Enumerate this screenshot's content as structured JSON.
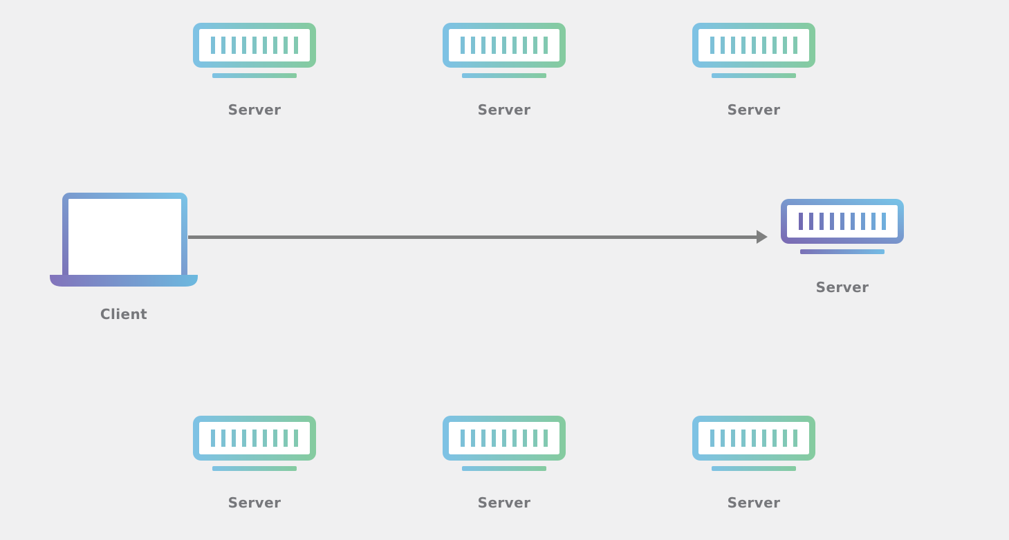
{
  "diagram": {
    "background_color": "#f0f0f1",
    "label_color": "#76777b",
    "arrow_color": "#7f8080",
    "server_gradient": [
      "#7ec2e4",
      "#85cba0"
    ],
    "active_server_gradient": [
      "#7a6cb4",
      "#77c1e6"
    ],
    "client_gradient": [
      "#7b72b7",
      "#7ac2e6"
    ],
    "nodes": {
      "top_servers": [
        {
          "label": "Server",
          "icon": "server-icon"
        },
        {
          "label": "Server",
          "icon": "server-icon"
        },
        {
          "label": "Server",
          "icon": "server-icon"
        }
      ],
      "bottom_servers": [
        {
          "label": "Server",
          "icon": "server-icon"
        },
        {
          "label": "Server",
          "icon": "server-icon"
        },
        {
          "label": "Server",
          "icon": "server-icon"
        }
      ],
      "client": {
        "label": "Client",
        "icon": "laptop-icon"
      },
      "active_server": {
        "label": "Server",
        "icon": "server-icon"
      }
    },
    "connection": {
      "type": "arrow",
      "from": "client",
      "to": "active_server"
    }
  }
}
